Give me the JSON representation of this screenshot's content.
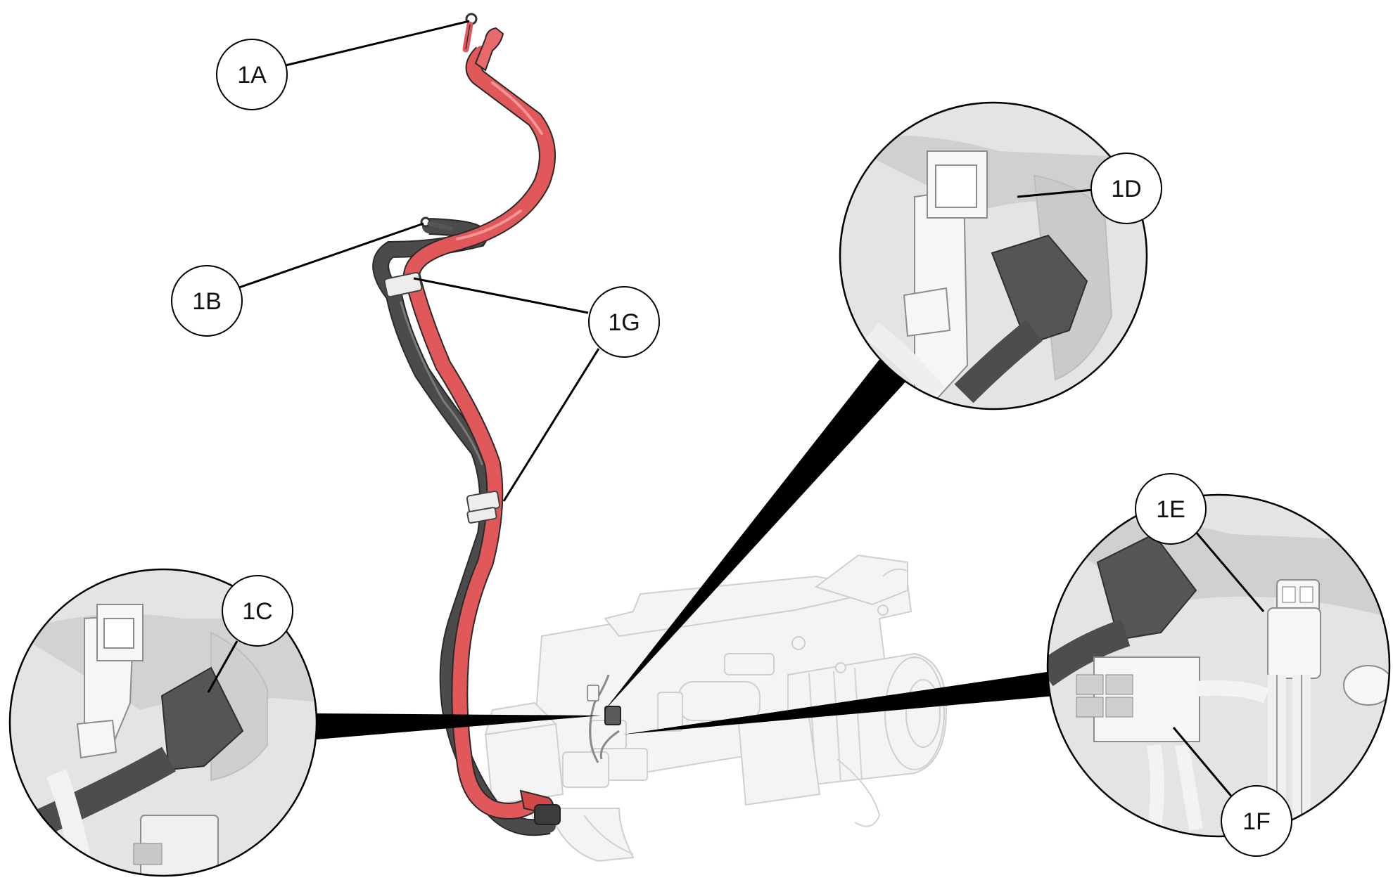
{
  "callouts": [
    {
      "id": "1A",
      "label": "1A"
    },
    {
      "id": "1B",
      "label": "1B"
    },
    {
      "id": "1C",
      "label": "1C"
    },
    {
      "id": "1D",
      "label": "1D"
    },
    {
      "id": "1E",
      "label": "1E"
    },
    {
      "id": "1F",
      "label": "1F"
    },
    {
      "id": "1G",
      "label": "1G"
    }
  ],
  "colors": {
    "positive_cable": "#e0585a",
    "negative_cable": "#4b4b4b",
    "background": "#ffffff",
    "detail_background": "#e4e4e4"
  },
  "icons": [
    "ring-terminal-icon",
    "red-terminal-boot-icon",
    "cable-tie-icon",
    "connector-plug-icon"
  ]
}
